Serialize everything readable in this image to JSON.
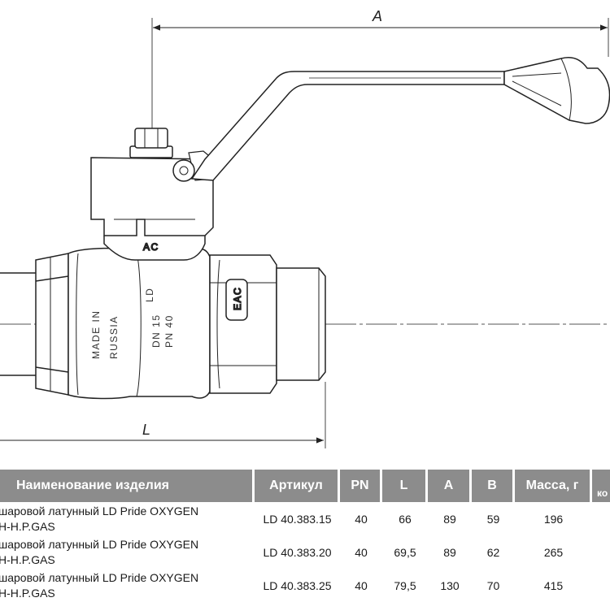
{
  "drawing": {
    "dimension_a": "A",
    "dimension_l": "L",
    "body_mark_made_in": "MADE IN",
    "body_mark_country": "RUSSIA",
    "body_mark_dn": "DN 15",
    "body_mark_pn": "PN 40",
    "body_mark_logo": "LD",
    "certification_mark": "EAC",
    "neck_mark": "AC"
  },
  "table": {
    "headers": [
      "Наименование изделия",
      "Артикул",
      "PN",
      "L",
      "A",
      "B",
      "Масса, г",
      "ко"
    ],
    "rows": [
      {
        "name_line1": "шаровой латунный LD Pride OXYGEN",
        "name_line2": "H-H.P.GAS",
        "article": "LD 40.383.15",
        "pn": "40",
        "l": "66",
        "a": "89",
        "b": "59",
        "mass": "196"
      },
      {
        "name_line1": "шаровой латунный LD Pride OXYGEN",
        "name_line2": "H-H.P.GAS",
        "article": "LD 40.383.20",
        "pn": "40",
        "l": "69,5",
        "a": "89",
        "b": "62",
        "mass": "265"
      },
      {
        "name_line1": "шаровой латунный LD Pride OXYGEN",
        "name_line2": "H-H.P.GAS",
        "article": "LD 40.383.25",
        "pn": "40",
        "l": "79,5",
        "a": "130",
        "b": "70",
        "mass": "415"
      }
    ]
  }
}
